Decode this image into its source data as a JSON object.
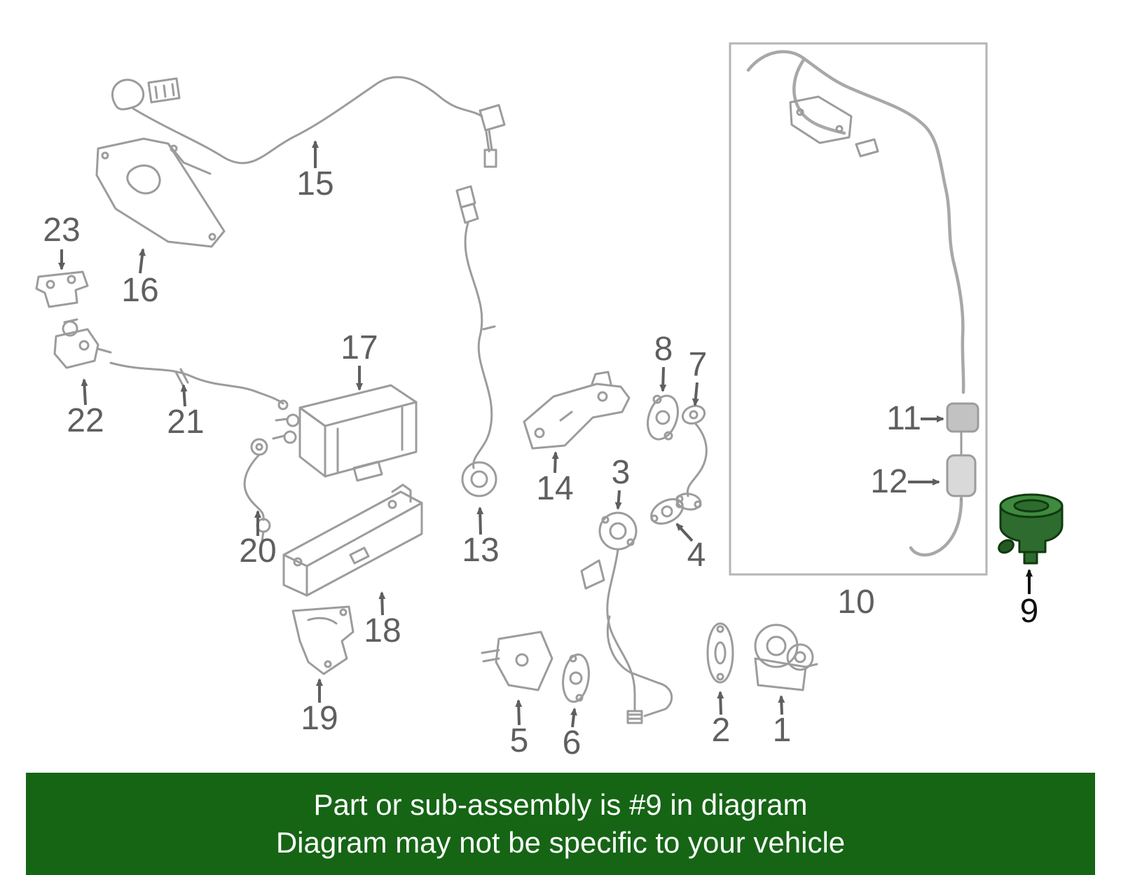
{
  "banner": {
    "line1": "Part or sub-assembly is #9 in diagram",
    "line2": "Diagram may not be specific to your vehicle",
    "background_color": "#156515",
    "text_color": "#ffffff"
  },
  "diagram": {
    "type": "automotive-parts-diagram",
    "highlighted_part_number": "9",
    "colors": {
      "line_art": "#9c9c9c",
      "label": "#5f5f5f",
      "highlight_fill": "#2e6b2e",
      "highlight_outline": "#0f3a0f",
      "assembly_box_border": "#b5b5b5"
    },
    "labels": {
      "p1": "1",
      "p2": "2",
      "p3": "3",
      "p4": "4",
      "p5": "5",
      "p6": "6",
      "p7": "7",
      "p8": "8",
      "p9": "9",
      "p10": "10",
      "p11": "11",
      "p12": "12",
      "p13": "13",
      "p14": "14",
      "p15": "15",
      "p16": "16",
      "p17": "17",
      "p18": "18",
      "p19": "19",
      "p20": "20",
      "p21": "21",
      "p22": "22",
      "p23": "23"
    }
  }
}
